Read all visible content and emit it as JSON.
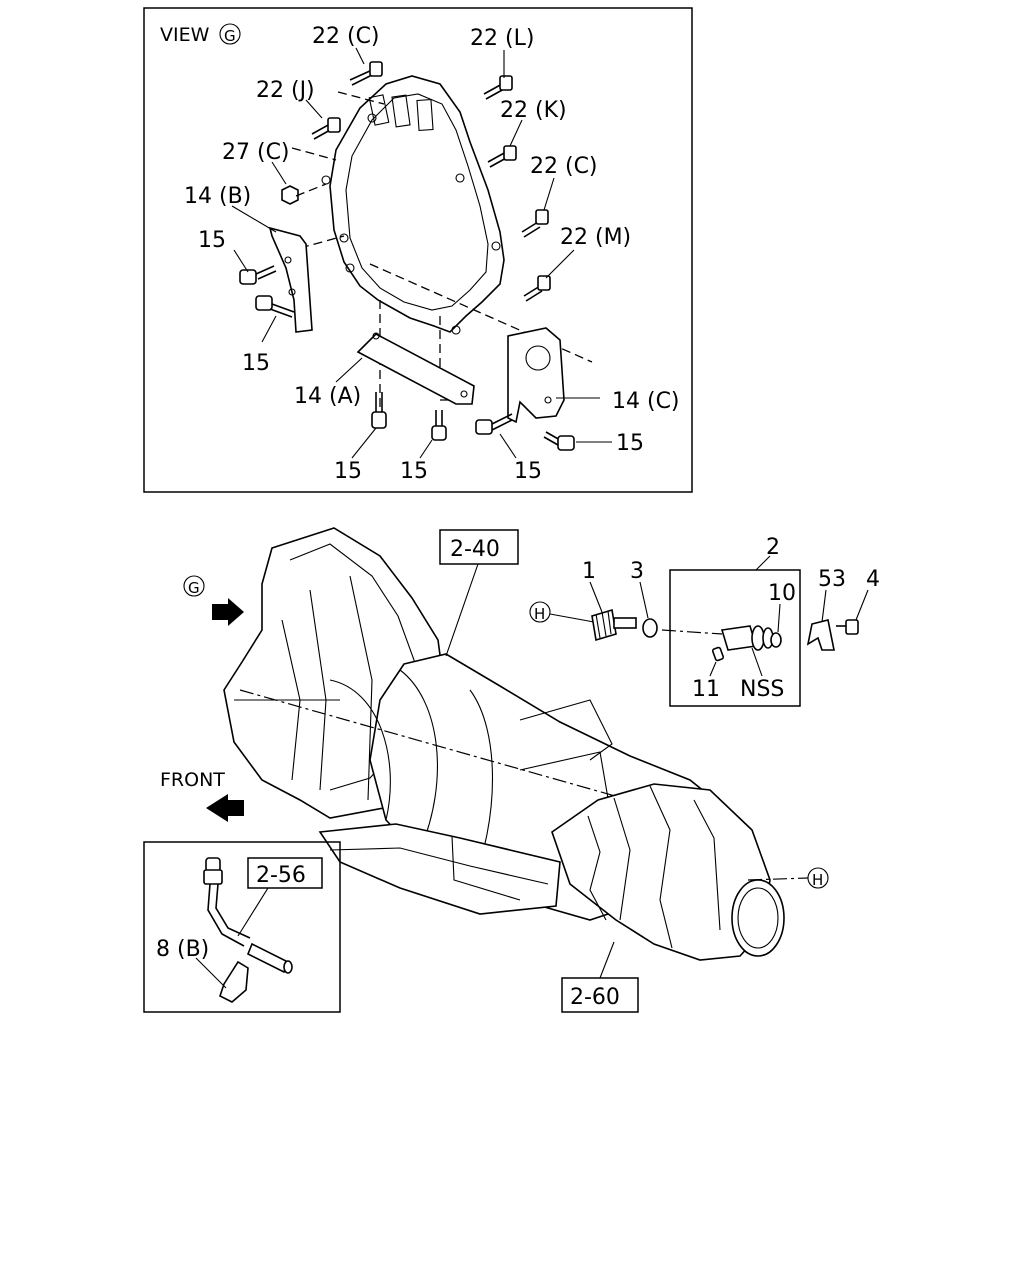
{
  "view_panel": {
    "title": "VIEW",
    "view_letter": "G",
    "labels": {
      "c22_top": "22 (C)",
      "l22": "22 (L)",
      "j22": "22 (J)",
      "k22": "22 (K)",
      "c27": "27 (C)",
      "c22_right": "22 (C)",
      "b14": "14 (B)",
      "m22": "22 (M)",
      "p15_a": "15",
      "p15_b": "15",
      "a14": "14 (A)",
      "c14": "14 (C)",
      "p15_c": "15",
      "p15_d": "15",
      "p15_e": "15",
      "p15_f": "15"
    }
  },
  "main": {
    "ref_2_40": "2-40",
    "ref_2_60": "2-60",
    "view_marker": "G",
    "front_label": "FRONT",
    "connector_h_left": "H",
    "connector_h_right": "H",
    "part_1": "1",
    "part_3": "3",
    "part_2": "2",
    "part_10": "10",
    "part_11": "11",
    "nss": "NSS",
    "part_53": "53",
    "part_4": "4"
  },
  "inset": {
    "ref_2_56": "2-56",
    "part_8b": "8 (B)"
  }
}
